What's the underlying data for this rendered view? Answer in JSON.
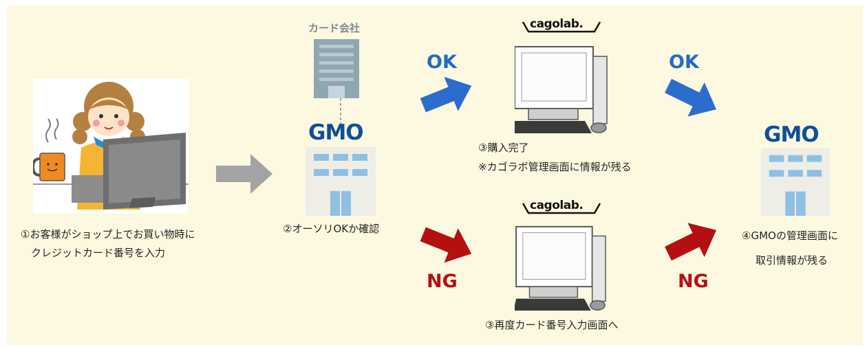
{
  "step1": {
    "line1": "①お客様がショップ上でお買い物時に",
    "line2": "クレジットカード番号を入力"
  },
  "card_company": "カード会社",
  "gmo_logo": "GMO",
  "step2": "②オーソリOKか確認",
  "cagolab_logo": "cagolab.",
  "ok_label": "OK",
  "ng_label": "NG",
  "step3_ok": {
    "line1": "③購入完了",
    "line2": "※カゴラボ管理画面に情報が残る"
  },
  "step3_ng": "③再度カード番号入力画面へ",
  "step4": {
    "line1": "④GMOの管理画面に",
    "line2": "取引情報が残る"
  },
  "colors": {
    "ok_blue": "#1e6cc8",
    "ng_red": "#b50f12",
    "gmo_blue": "#0f4f9b",
    "panel_bg": "#fdf9e1"
  },
  "icons": [
    "customer-illustration",
    "card-company-building-icon",
    "gmo-building-icon",
    "computer-icon",
    "arrow-icon"
  ]
}
